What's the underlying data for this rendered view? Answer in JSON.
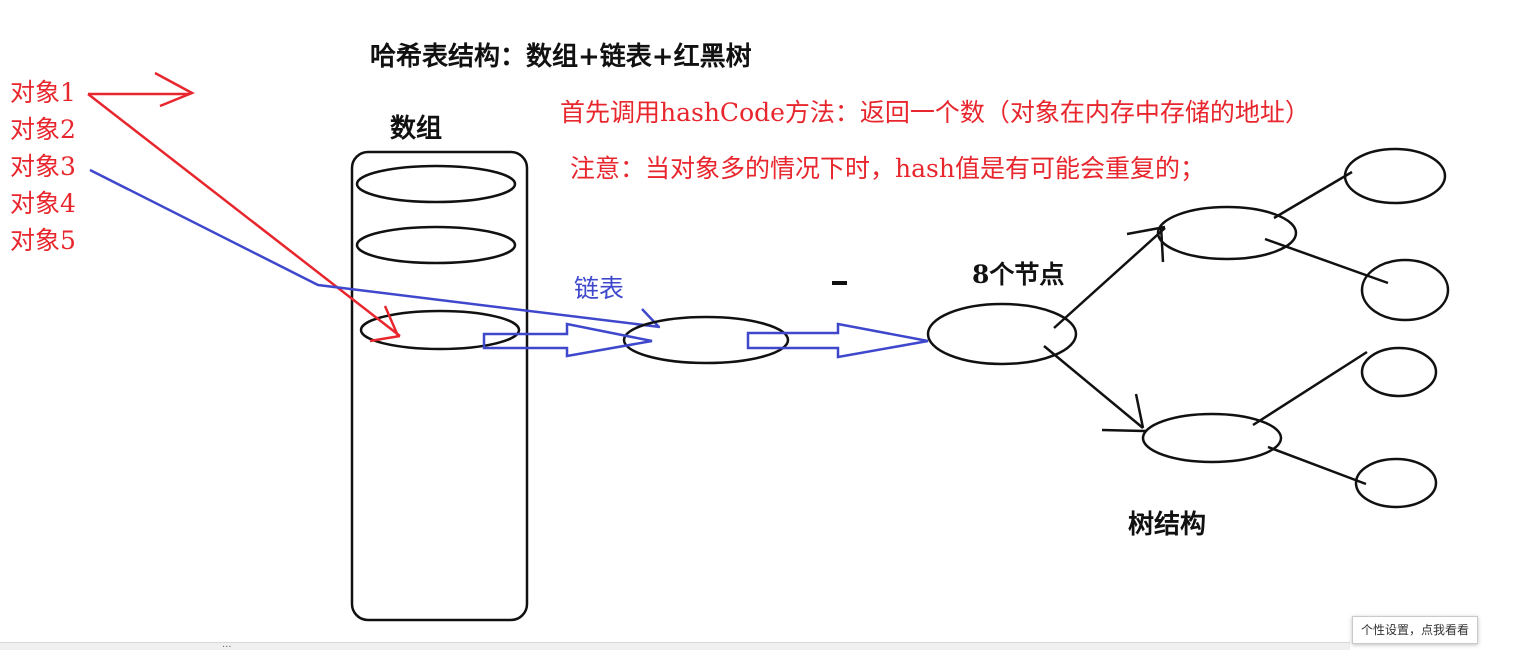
{
  "diagram": {
    "title": "哈希表结构：数组+链表+红黑树",
    "array_label": "数组",
    "note_hashcode": "首先调用hashCode方法：返回一个数（对象在内存中存储的地址）",
    "note_collision": "注意：当对象多的情况下时，hash值是有可能会重复的；",
    "linked_list_label": "链表",
    "node_count_label": "8个节点",
    "tree_label": "树结构",
    "objects": [
      "对象1",
      "对象2",
      "对象3",
      "对象4",
      "对象5"
    ]
  },
  "colors": {
    "black": "#111111",
    "red": "#e8262d",
    "blue": "#3f48cc"
  },
  "tooltip": {
    "text": "个性设置，点我看看"
  },
  "scrollbar": {
    "grip": "..."
  }
}
